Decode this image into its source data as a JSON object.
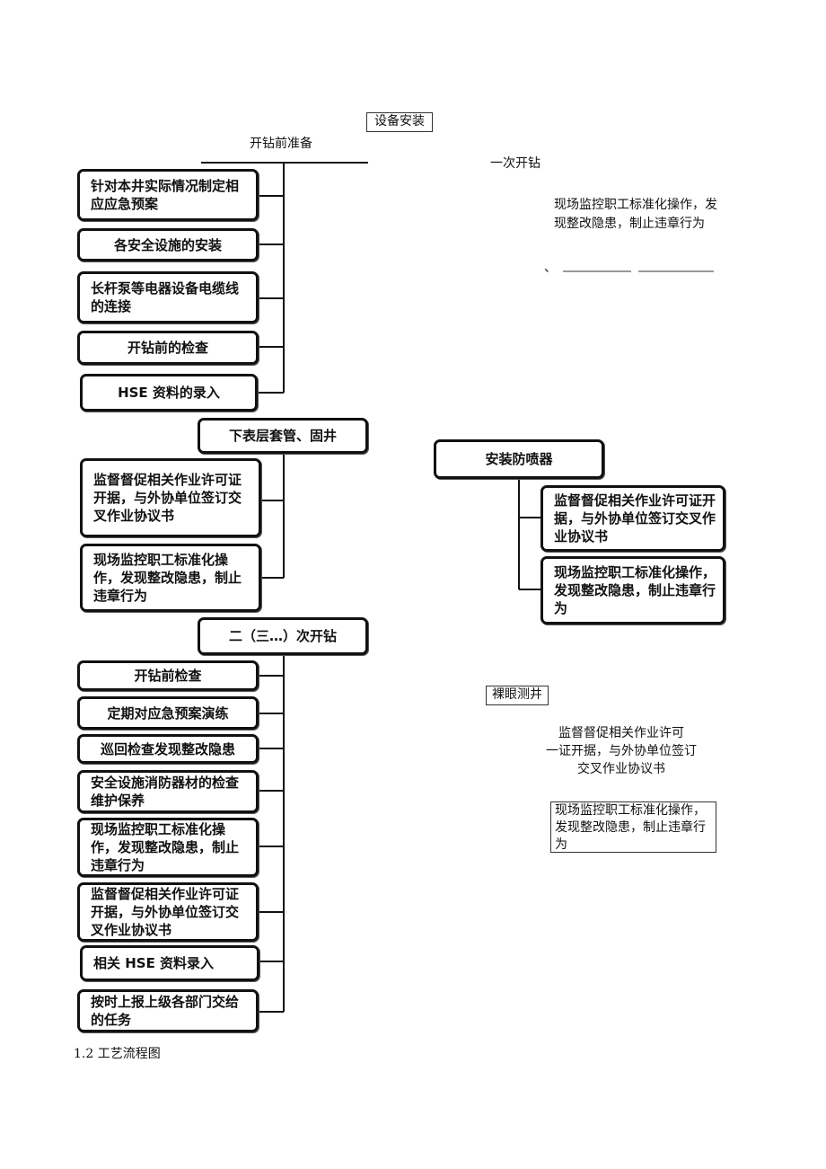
{
  "top": {
    "equipment_install": "设备安装",
    "pre_drill": "开钻前准备",
    "first_spud": "一次开钻",
    "first_spud_note": "现场监控职工标准化操作，发现整改隐患，制止违章行为",
    "dash_mark": "、"
  },
  "prep_items": [
    "针对本井实际情况制定相应应急预案",
    "各安全设施的安装",
    "长杆泵等电器设备电缆线的连接",
    "开钻前的检查",
    "HSE 资料的录入"
  ],
  "casing": {
    "title": "下表层套管、固井",
    "items": [
      "监督督促相关作业许可证开据，与外协单位签订交叉作业协议书",
      "现场监控职工标准化操作，发现整改隐患，制止违章行为"
    ]
  },
  "bop": {
    "title": "安装防喷器",
    "items": [
      "监督督促相关作业许可证开据，与外协单位签订交叉作业协议书",
      "现场监控职工标准化操作，发现整改隐患，制止违章行为"
    ]
  },
  "second": {
    "title": "二（三…）次开钻",
    "items": [
      "开钻前检查",
      "定期对应急预案演练",
      "巡回检查发现整改隐患",
      "安全设施消防器材的检查维护保养",
      "现场监控职工标准化操作，发现整改隐患，制止违章行为",
      "监督督促相关作业许可证开据，与外协单位签订交叉作业协议书",
      "相关 HSE 资料录入",
      "按时上报上级各部门交给的任务"
    ]
  },
  "open_hole": {
    "title": "裸眼测井",
    "note1": [
      "监督督促相关作业许可",
      "一证开据，与外协单位签订",
      "交叉作业协议书"
    ],
    "note2": "现场监控职工标准化操作，发现整改隐患，制止违章行为"
  },
  "footer": {
    "caption": "1.2 工艺流程图"
  }
}
